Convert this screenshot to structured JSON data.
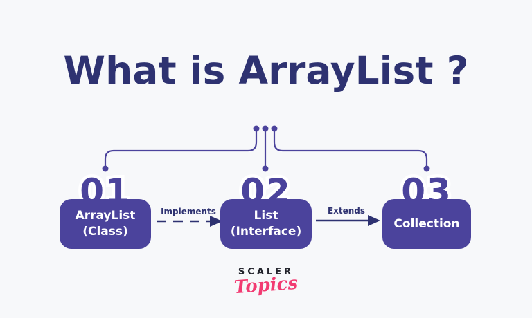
{
  "title": "What is ArrayList ?",
  "diagram": {
    "nodes": [
      {
        "number": "01",
        "label_line1": "ArrayList",
        "label_line2": "(Class)"
      },
      {
        "number": "02",
        "label_line1": "List",
        "label_line2": "(Interface)"
      },
      {
        "number": "03",
        "label_line1": "Collection",
        "label_line2": ""
      }
    ],
    "edges": [
      {
        "from": "ArrayList (Class)",
        "to": "List (Interface)",
        "label": "Implements",
        "style": "dashed"
      },
      {
        "from": "List (Interface)",
        "to": "Collection",
        "label": "Extends",
        "style": "solid"
      }
    ]
  },
  "logo": {
    "brand": "SCALER",
    "sub": "Topics"
  },
  "colors": {
    "background": "#f7f8fa",
    "title_navy": "#2e3271",
    "box_purple": "#4b439c",
    "arrow_navy": "#2e3271",
    "logo_dark": "#23242c",
    "logo_pink": "#f23b72",
    "box_text": "#ffffff"
  }
}
